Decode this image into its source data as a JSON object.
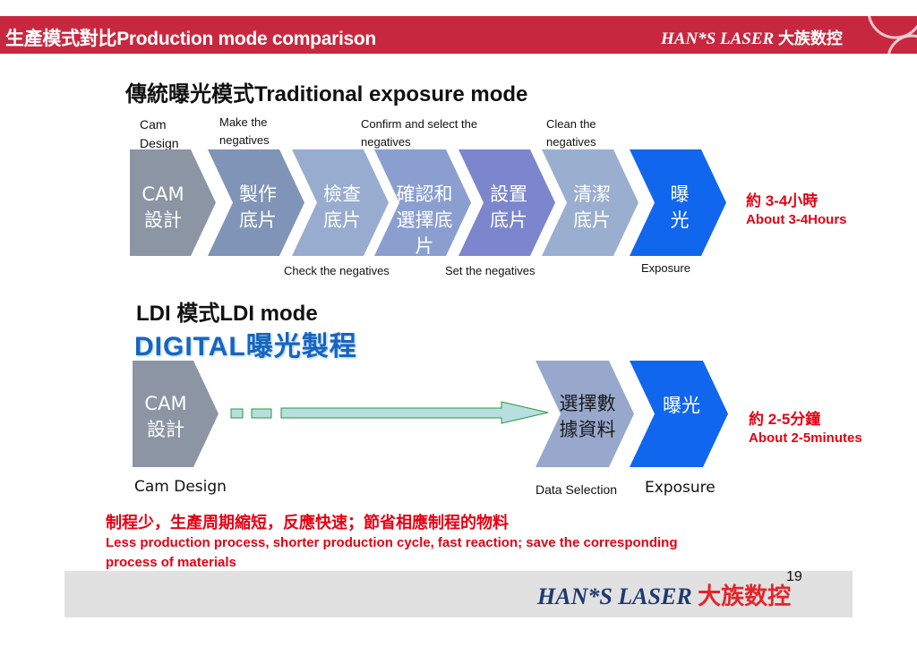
{
  "header": {
    "title": "生產模式對比Production mode comparison",
    "brand_en": "HAN*S LASER",
    "brand_cn": "大族数控",
    "color": "#c8283f"
  },
  "traditional": {
    "title": "傳統曝光模式Traditional exposure mode",
    "steps": [
      {
        "cn_line1": "CAM",
        "cn_line2": "設計",
        "cn_line3": "",
        "en_label": "Cam Design",
        "color": "#8c95a4"
      },
      {
        "cn_line1": "製作",
        "cn_line2": "底片",
        "cn_line3": "",
        "en_label": "Make the negatives",
        "color": "#7f94b6"
      },
      {
        "cn_line1": "檢查",
        "cn_line2": "底片",
        "cn_line3": "",
        "en_label": "Check the negatives",
        "color": "#98acd0"
      },
      {
        "cn_line1": "確認和",
        "cn_line2": "選擇底",
        "cn_line3": "片",
        "en_label": "Confirm and select the negatives",
        "color": "#8a9ed0"
      },
      {
        "cn_line1": "設置",
        "cn_line2": "底片",
        "cn_line3": "",
        "en_label": "Set the negatives",
        "color": "#7b86cc"
      },
      {
        "cn_line1": "清潔",
        "cn_line2": "底片",
        "cn_line3": "",
        "en_label": "Clean the negatives",
        "color": "#9aaed0"
      },
      {
        "cn_line1": "曝",
        "cn_line2": "光",
        "cn_line3": "",
        "en_label": "Exposure",
        "color": "#1166ee"
      }
    ],
    "duration_cn": "約 3-4小時",
    "duration_en": "About 3-4Hours"
  },
  "ldi": {
    "title": "LDI 模式LDI mode",
    "subtitle": "DIGITAL曝光製程",
    "steps": [
      {
        "cn_line1": "CAM",
        "cn_line2": "設計",
        "en_label": "Cam Design",
        "color": "#8c95a4"
      },
      {
        "cn_line1": "選擇數",
        "cn_line2": "據資料",
        "en_label": "Data Selection",
        "color": "#98a8cc"
      },
      {
        "cn_line1": "曝光",
        "cn_line2": "",
        "en_label": "Exposure",
        "color": "#1166ee"
      }
    ],
    "duration_cn": "約 2-5分鐘",
    "duration_en": "About 2-5minutes"
  },
  "summary": {
    "cn": "制程少，生產周期縮短，反應快速；節省相應制程的物料",
    "en_line1": "Less production process, shorter production cycle, fast reaction; save the corresponding",
    "en_line2": "process of materials"
  },
  "footer": {
    "page_number": "19",
    "brand_en": "HAN*S LASER",
    "brand_cn": "大族数控"
  }
}
